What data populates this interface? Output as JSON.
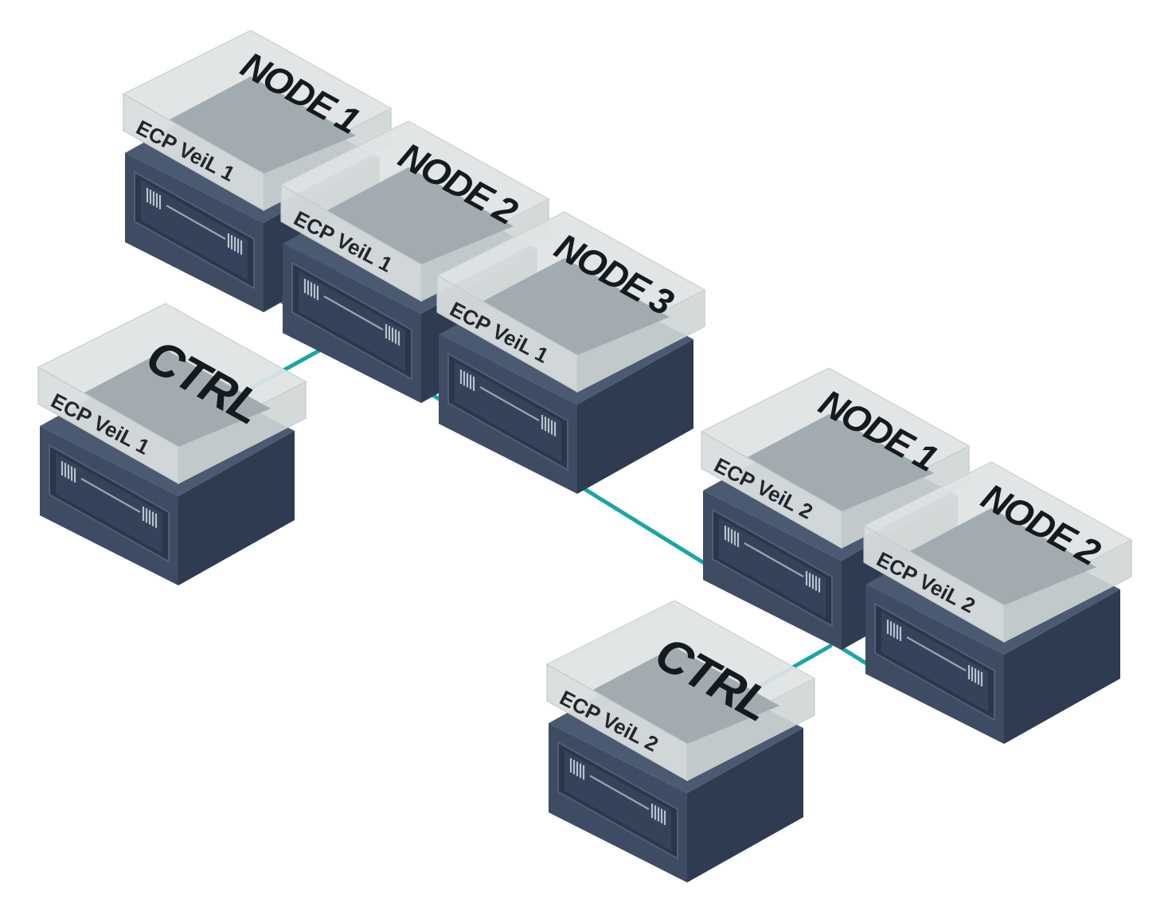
{
  "diagram": {
    "link_color": "#1aa5a8",
    "colors": {
      "server_front": "#3d4c62",
      "server_side": "#2e3b50",
      "cover": "#dfe3e3",
      "inner": "#a2acb0"
    },
    "nodes": [
      {
        "id": "node1-veil1",
        "title": "NODE 1",
        "label": "ECP VeiL 1"
      },
      {
        "id": "node2-veil1",
        "title": "NODE 2",
        "label": "ECP VeiL 1"
      },
      {
        "id": "node3-veil1",
        "title": "NODE 3",
        "label": "ECP VeiL 1"
      },
      {
        "id": "ctrl-veil1",
        "title": "CTRL",
        "label": "ECP VeiL 1"
      },
      {
        "id": "node1-veil2",
        "title": "NODE 1",
        "label": "ECP VeiL 2"
      },
      {
        "id": "node2-veil2",
        "title": "NODE 2",
        "label": "ECP VeiL 2"
      },
      {
        "id": "ctrl-veil2",
        "title": "CTRL",
        "label": "ECP VeiL 2"
      }
    ]
  }
}
